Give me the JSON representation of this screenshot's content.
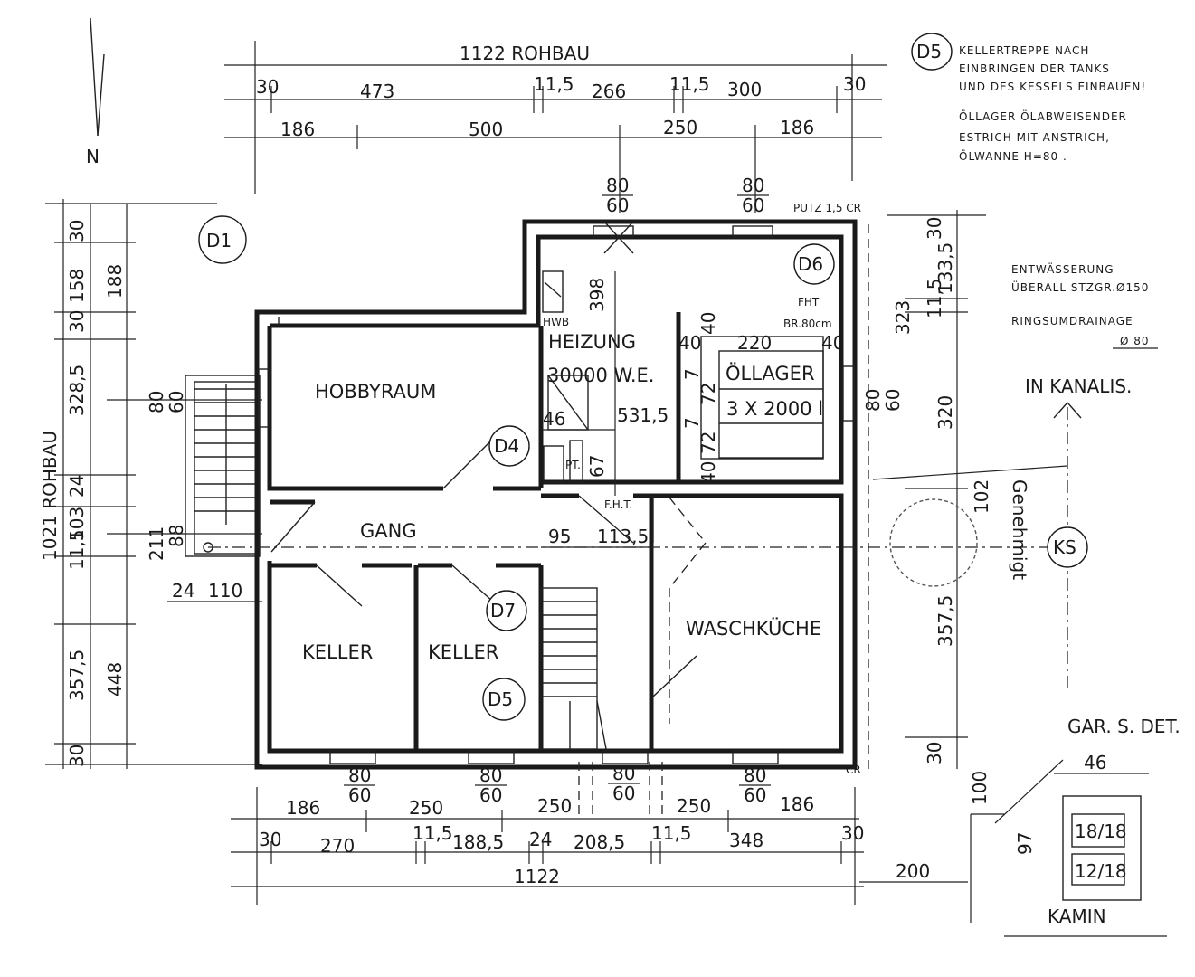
{
  "orientation": {
    "north": "N"
  },
  "notes": {
    "d5_tag": "D5",
    "d5_lines": [
      "KELLERTREPPE NACH",
      "EINBRINGEN DER TANKS",
      "UND DES KESSELS EINBAUEN!"
    ],
    "oil_lines": [
      "ÖLLAGER ÖLABWEISENDER",
      "ESTRICH MIT ANSTRICH,",
      "ÖLWANNE  H=80 ."
    ],
    "drain_lines": [
      "ENTWÄSSERUNG",
      "ÜBERALL STZGR.Ø150"
    ],
    "ring_lines": [
      "RINGSUMDRAINAGE",
      "Ø 80"
    ],
    "canal": "IN KANALIS.",
    "garage": "GAR. S. DET.",
    "stamp": "Genehmigt"
  },
  "rooms": {
    "hobby": "HOBBYRAUM",
    "heating": "HEIZUNG",
    "heating_power": "30000 W.E.",
    "oil": "ÖLLAGER",
    "oil_tanks": "3 X 2000 l",
    "corridor": "GANG",
    "cellar1": "KELLER",
    "cellar2": "KELLER",
    "laundry": "WASCHKÜCHE"
  },
  "symbols": {
    "d1": "D1",
    "d4": "D4",
    "d5": "D5",
    "d6": "D6",
    "d7": "D7",
    "ks": "KS",
    "hwb": "HWB",
    "fht1": "FHT",
    "fht2": "F.H.T.",
    "br": "BR.80cm",
    "putz": "PUTZ 1,5 CR",
    "cr": "CR",
    "pt": "PT."
  },
  "dimensions": {
    "top_total": "1122 ROHBAU",
    "top_row1": [
      "30",
      "473",
      "11,5",
      "266",
      "11,5",
      "300",
      "30"
    ],
    "top_row2": [
      "186",
      "500",
      "250",
      "186"
    ],
    "win_top_a": [
      "80",
      "60"
    ],
    "win_top_b": [
      "80",
      "60"
    ],
    "left_total": "1021 ROHBAU",
    "left_outer": [
      "188",
      "448"
    ],
    "left_inner": [
      "30",
      "158",
      "30",
      "328,5",
      "24",
      "103",
      "11,5",
      "357,5",
      "30"
    ],
    "left_stair": [
      "211",
      "88"
    ],
    "left_win": [
      "80",
      "60"
    ],
    "left_bottom": [
      "24",
      "110"
    ],
    "heating": [
      "398",
      "46",
      "531,5",
      "67",
      "95",
      "113,5"
    ],
    "oil": [
      "40",
      "220",
      "40",
      "7",
      "72",
      "72",
      "7",
      "40",
      "40"
    ],
    "right_inner": [
      "30",
      "133,5",
      "11,5",
      "323",
      "320",
      "102",
      "357,5",
      "30"
    ],
    "right_win": [
      "80",
      "60"
    ],
    "bottom_win": [
      "80",
      "60",
      "80",
      "60",
      "80",
      "60",
      "80",
      "60"
    ],
    "bottom_row1": [
      "186",
      "250",
      "250",
      "250",
      "186"
    ],
    "bottom_row2": [
      "30",
      "270",
      "11,5",
      "188,5",
      "24",
      "208,5",
      "11,5",
      "348",
      "30"
    ],
    "bottom_total": "1122",
    "chimney_dist": "200",
    "chimney_width": "46",
    "chimney_h1": "100",
    "chimney_h2": "97",
    "chimney_size1": "18/18",
    "chimney_size2": "12/18",
    "chimney_label": "KAMIN"
  }
}
